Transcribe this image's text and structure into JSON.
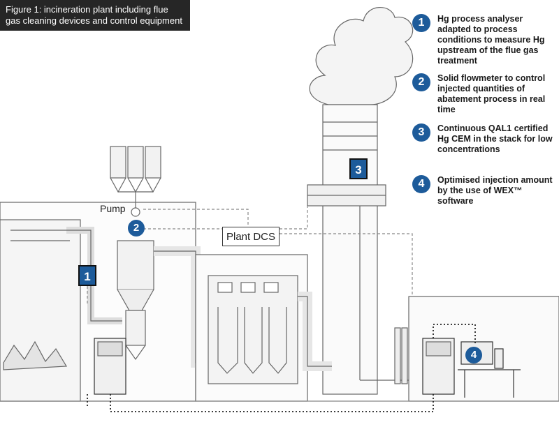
{
  "caption": "Figure 1: incineration plant including flue gas cleaning devices and control equipment",
  "legend": [
    {
      "num": "1",
      "text": "Hg process analyser adapted to process conditions to measure Hg upstream of the flue gas treatment"
    },
    {
      "num": "2",
      "text": "Solid flowmeter to control injected quantities of abatement process in real time"
    },
    {
      "num": "3",
      "text": "Continuous QAL1 certified Hg CEM in the stack for low concentrations"
    },
    {
      "num": "4",
      "text": "Optimised injection amount by the use of WEX™ software"
    }
  ],
  "labels": {
    "pump": "Pump",
    "plant_dcs": "Plant DCS",
    "marker_1": "1",
    "marker_2": "2",
    "marker_3": "3",
    "marker_4": "4"
  },
  "colors": {
    "accent": "#1d5b9a",
    "caption_bg": "#262626",
    "line": "#555555"
  }
}
